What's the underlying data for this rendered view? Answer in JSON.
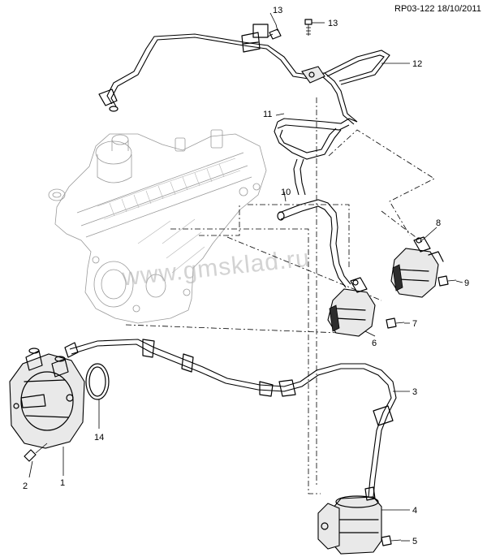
{
  "header": {
    "drawing_ref": "RP03-122 18/10/2011"
  },
  "watermark": "www.gmsklad.ru",
  "callouts": {
    "c1": "1",
    "c2": "2",
    "c3": "3",
    "c4": "4",
    "c5": "5",
    "c6": "6",
    "c7": "7",
    "c8": "8",
    "c9": "9",
    "c10": "10",
    "c11": "11",
    "c12": "12",
    "c13a": "13",
    "c13b": "13",
    "c14": "14"
  }
}
